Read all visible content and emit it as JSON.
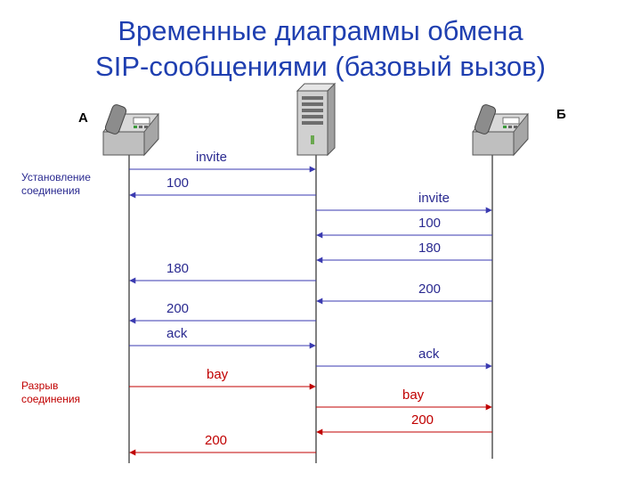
{
  "title": {
    "line1": "Временные диаграммы обмена",
    "line2": "SIP-сообщениями (базовый вызов)"
  },
  "parties": {
    "a": "А",
    "b": "Б"
  },
  "phases": {
    "setup": "Установление соединения",
    "release": "Разрыв соединения"
  },
  "colors": {
    "title": "#1f3fb0",
    "setup_arrow": "#3a3ab0",
    "setup_text": "#2a2a90",
    "release": "#c00000",
    "lifeline": "#000000"
  },
  "icons": {
    "phone_a": "telephone-icon",
    "server": "server-icon",
    "phone_b": "telephone-icon"
  },
  "messages": [
    {
      "label": "invite",
      "from": "A",
      "to": "S",
      "phase": "setup"
    },
    {
      "label": "100",
      "from": "S",
      "to": "A",
      "phase": "setup"
    },
    {
      "label": "invite",
      "from": "S",
      "to": "B",
      "phase": "setup"
    },
    {
      "label": "100",
      "from": "B",
      "to": "S",
      "phase": "setup"
    },
    {
      "label": "180",
      "from": "B",
      "to": "S",
      "phase": "setup"
    },
    {
      "label": "180",
      "from": "S",
      "to": "A",
      "phase": "setup"
    },
    {
      "label": "200",
      "from": "B",
      "to": "S",
      "phase": "setup"
    },
    {
      "label": "200",
      "from": "S",
      "to": "A",
      "phase": "setup"
    },
    {
      "label": "ack",
      "from": "A",
      "to": "S",
      "phase": "setup"
    },
    {
      "label": "ack",
      "from": "S",
      "to": "B",
      "phase": "setup"
    },
    {
      "label": "bay",
      "from": "A",
      "to": "S",
      "phase": "release"
    },
    {
      "label": "bay",
      "from": "S",
      "to": "B",
      "phase": "release"
    },
    {
      "label": "200",
      "from": "B",
      "to": "S",
      "phase": "release"
    },
    {
      "label": "200",
      "from": "S",
      "to": "A",
      "phase": "release"
    }
  ]
}
